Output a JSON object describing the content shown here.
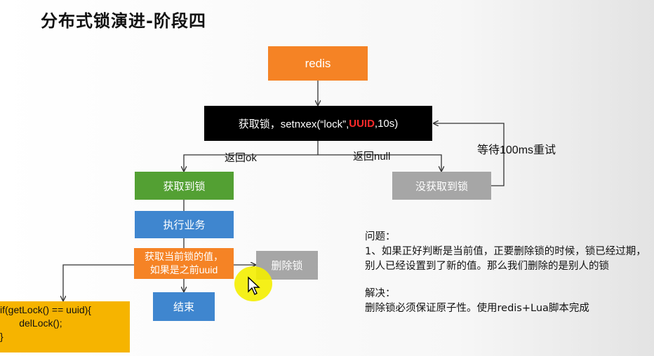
{
  "slide": {
    "title": "分布式锁演进-阶段四"
  },
  "nodes": {
    "redis": "redis",
    "lock": {
      "prefix": "获取锁，setnxex(“lock”,",
      "highlight": "UUID",
      "suffix": ",10s)"
    },
    "got_lock": "获取到锁",
    "not_got_lock": "没获取到锁",
    "execute": "执行业务",
    "get_value": [
      "获取当前锁的值，",
      "如果是之前uuid"
    ],
    "delete_lock": "删除锁",
    "end": "结束"
  },
  "edges": {
    "return_ok": "返回ok",
    "return_null": "返回null",
    "wait_retry": "等待100ms重试"
  },
  "code": [
    "if(getLock() == uuid){",
    "       delLock();",
    "}"
  ],
  "notes": {
    "problem_heading": "问题：",
    "problem_text": "1、如果正好判断是当前值，正要删除锁的时候，锁已经过期，别人已经设置到了新的值。那么我们删除的是别人的锁",
    "solution_heading": "解决：",
    "solution_text": "删除锁必须保证原子性。使用redis+Lua脚本完成"
  },
  "colors": {
    "orange": "#f58325",
    "green": "#53a033",
    "blue": "#3f86cf",
    "gray": "#a6a6a6",
    "red_text": "#ff2a2a",
    "code_bg": "#f6b400"
  }
}
